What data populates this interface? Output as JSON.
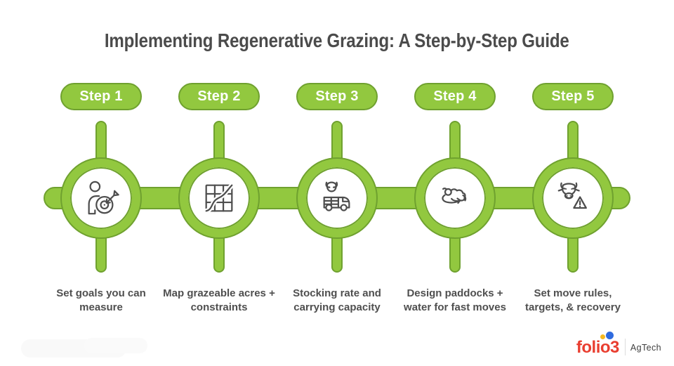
{
  "title": "Implementing Regenerative Grazing: A Step-by-Step Guide",
  "steps": [
    {
      "label": "Step 1",
      "icon": "person-target-goal-icon",
      "description": "Set goals you can\nmeasure"
    },
    {
      "label": "Step 2",
      "icon": "map-grid-route-icon",
      "description": "Map grazeable acres +\nconstraints"
    },
    {
      "label": "Step 3",
      "icon": "livestock-truck-icon",
      "description": "Stocking rate and\ncarrying capacity"
    },
    {
      "label": "Step 4",
      "icon": "sheep-rotation-icon",
      "description": "Design paddocks +\nwater for fast moves"
    },
    {
      "label": "Step 5",
      "icon": "cow-alert-icon",
      "description": "Set move rules,\ntargets, & recovery"
    }
  ],
  "logo": {
    "brand": "folio3",
    "suffix": "AgTech"
  },
  "colors": {
    "green": "#92C83F",
    "green_dark": "#6FA12F",
    "title_text": "#4B4B4B",
    "icon_stroke": "#4D4D4D",
    "logo_red": "#E93E30",
    "logo_yellow": "#F6B921",
    "logo_blue": "#2F6BDF"
  }
}
